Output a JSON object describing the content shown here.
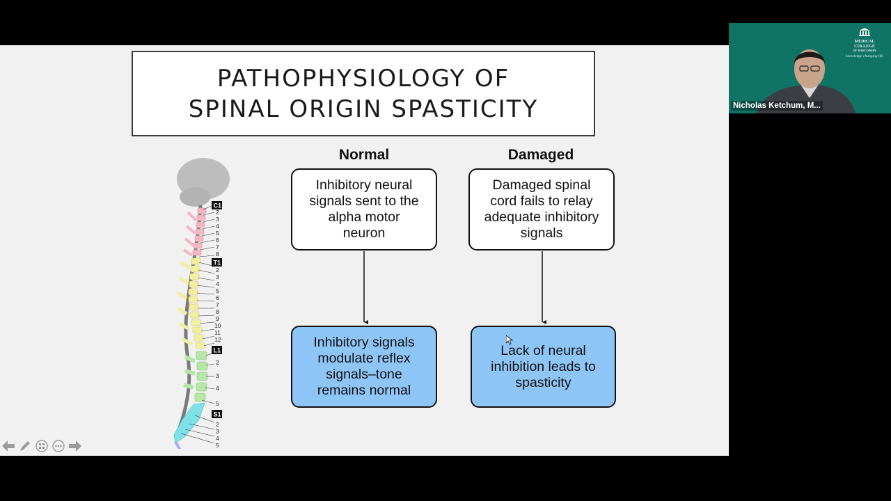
{
  "slide": {
    "title_line1": "PATHOPHYSIOLOGY OF",
    "title_line2": "SPINAL ORIGIN SPASTICITY",
    "columns": [
      {
        "heading": "Normal",
        "top_box": "Inhibitory neural\nsignals sent to the\nalpha motor\nneuron",
        "bottom_box": "Inhibitory signals\nmodulate reflex\nsignals–tone\nremains normal"
      },
      {
        "heading": "Damaged",
        "top_box": "Damaged spinal\ncord fails to relay\nadequate inhibitory\nsignals",
        "bottom_box": "Lack of neural\ninhibition leads to\nspasticity"
      }
    ],
    "spine_labels": {
      "cervical_badge": "C1",
      "cervical": [
        "2",
        "3",
        "4",
        "5",
        "6",
        "7",
        "8"
      ],
      "thoracic_badge": "T1",
      "thoracic": [
        "2",
        "3",
        "4",
        "5",
        "6",
        "7",
        "8",
        "9",
        "10",
        "11",
        "12"
      ],
      "lumbar_badge": "L1",
      "lumbar": [
        "2",
        "3",
        "4",
        "5"
      ],
      "sacral_badge": "S1",
      "sacral": [
        "2",
        "3",
        "4",
        "5"
      ]
    },
    "colors": {
      "cervical": "#f4b6c2",
      "thoracic": "#f3efa0",
      "lumbar": "#b6e6a8",
      "sacral": "#7fe0e8",
      "coccyx": "#a9a9ff",
      "bottom_box_fill": "#8ec5f7"
    }
  },
  "toolbar": {
    "icons": [
      "previous-arrow-icon",
      "pen-icon",
      "slide-grid-icon",
      "more-options-icon",
      "next-arrow-icon"
    ]
  },
  "video": {
    "participant_name": "Nicholas Ketchum, M...",
    "org_logo_text": [
      "MEDICAL",
      "COLLEGE",
      "OF WISCONSIN"
    ],
    "org_motto": "knowledge changing life"
  }
}
